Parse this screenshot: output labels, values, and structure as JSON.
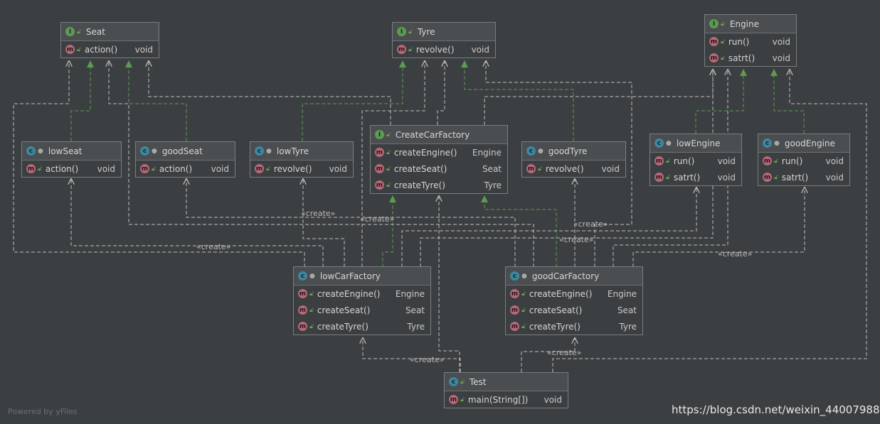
{
  "nodes": [
    {
      "id": "seat",
      "title": "Seat",
      "kind": "I",
      "vis": "pub",
      "members": [
        {
          "name": "action()",
          "type": "void"
        }
      ]
    },
    {
      "id": "tyre",
      "title": "Tyre",
      "kind": "I",
      "vis": "pub",
      "members": [
        {
          "name": "revolve()",
          "type": "void"
        }
      ]
    },
    {
      "id": "engine",
      "title": "Engine",
      "kind": "I",
      "vis": "pub",
      "members": [
        {
          "name": "run()",
          "type": "void"
        },
        {
          "name": "satrt()",
          "type": "void"
        }
      ]
    },
    {
      "id": "createCarFactory",
      "title": "CreateCarFactory",
      "kind": "I",
      "vis": "pub",
      "members": [
        {
          "name": "createEngine()",
          "type": "Engine"
        },
        {
          "name": "createSeat()",
          "type": "Seat"
        },
        {
          "name": "createTyre()",
          "type": "Tyre"
        }
      ]
    },
    {
      "id": "lowSeat",
      "title": "lowSeat",
      "kind": "C",
      "vis": "pkg",
      "members": [
        {
          "name": "action()",
          "type": "void"
        }
      ]
    },
    {
      "id": "goodSeat",
      "title": "goodSeat",
      "kind": "C",
      "vis": "pkg",
      "members": [
        {
          "name": "action()",
          "type": "void"
        }
      ]
    },
    {
      "id": "lowTyre",
      "title": "lowTyre",
      "kind": "C",
      "vis": "pkg",
      "members": [
        {
          "name": "revolve()",
          "type": "void"
        }
      ]
    },
    {
      "id": "goodTyre",
      "title": "goodTyre",
      "kind": "C",
      "vis": "pkg",
      "members": [
        {
          "name": "revolve()",
          "type": "void"
        }
      ]
    },
    {
      "id": "lowEngine",
      "title": "lowEngine",
      "kind": "C",
      "vis": "pkg",
      "members": [
        {
          "name": "run()",
          "type": "void"
        },
        {
          "name": "satrt()",
          "type": "void"
        }
      ]
    },
    {
      "id": "goodEngine",
      "title": "goodEngine",
      "kind": "C",
      "vis": "pkg",
      "members": [
        {
          "name": "run()",
          "type": "void"
        },
        {
          "name": "satrt()",
          "type": "void"
        }
      ]
    },
    {
      "id": "lowCarFactory",
      "title": "lowCarFactory",
      "kind": "C",
      "vis": "pkg",
      "members": [
        {
          "name": "createEngine()",
          "type": "Engine"
        },
        {
          "name": "createSeat()",
          "type": "Seat"
        },
        {
          "name": "createTyre()",
          "type": "Tyre"
        }
      ]
    },
    {
      "id": "goodCarFactory",
      "title": "goodCarFactory",
      "kind": "C",
      "vis": "pkg",
      "members": [
        {
          "name": "createEngine()",
          "type": "Engine"
        },
        {
          "name": "createSeat()",
          "type": "Seat"
        },
        {
          "name": "createTyre()",
          "type": "Tyre"
        }
      ]
    },
    {
      "id": "test",
      "title": "Test",
      "kind": "C",
      "vis": "pub",
      "members": [
        {
          "name": "main(String[])",
          "type": "void"
        }
      ]
    }
  ],
  "edge_label": "«create»",
  "footer": {
    "watermark": "Powered by yFiles",
    "credit": "https://blog.csdn.net/weixin_44007988"
  },
  "colors": {
    "background": "#3c3f41",
    "realization": "#5d9b54",
    "dependency": "#bdbdbd"
  }
}
